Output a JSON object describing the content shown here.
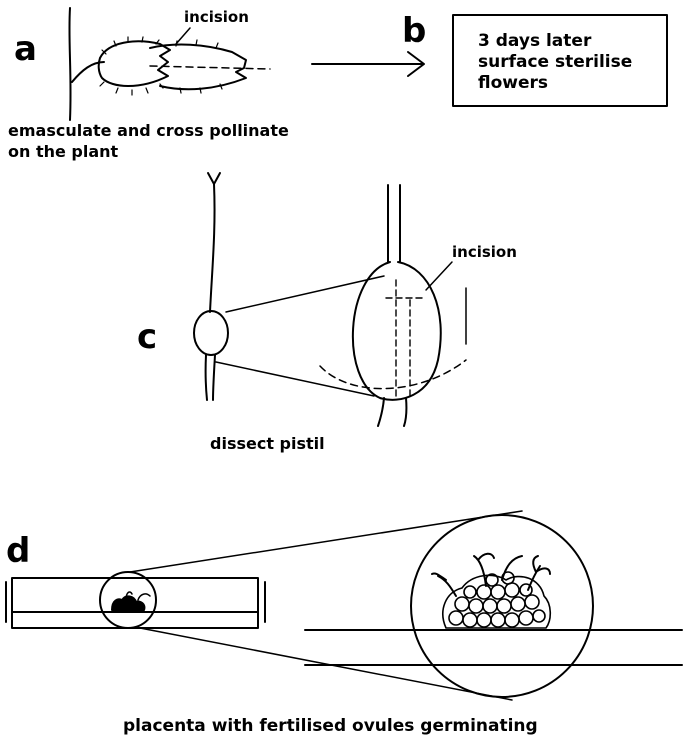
{
  "panels": {
    "a": {
      "letter": "a",
      "incision_label": "incision",
      "caption_line1": "emasculate and cross pollinate",
      "caption_line2": "on the plant"
    },
    "b": {
      "letter": "b",
      "box_text": "3 days later\nsurface sterilise\nflowers"
    },
    "c": {
      "letter": "c",
      "incision_label": "incision",
      "caption": "dissect pistil"
    },
    "d": {
      "letter": "d",
      "caption": "placenta with fertilised ovules germinating"
    }
  },
  "colors": {
    "ink": "#000000",
    "paper": "#ffffff"
  }
}
